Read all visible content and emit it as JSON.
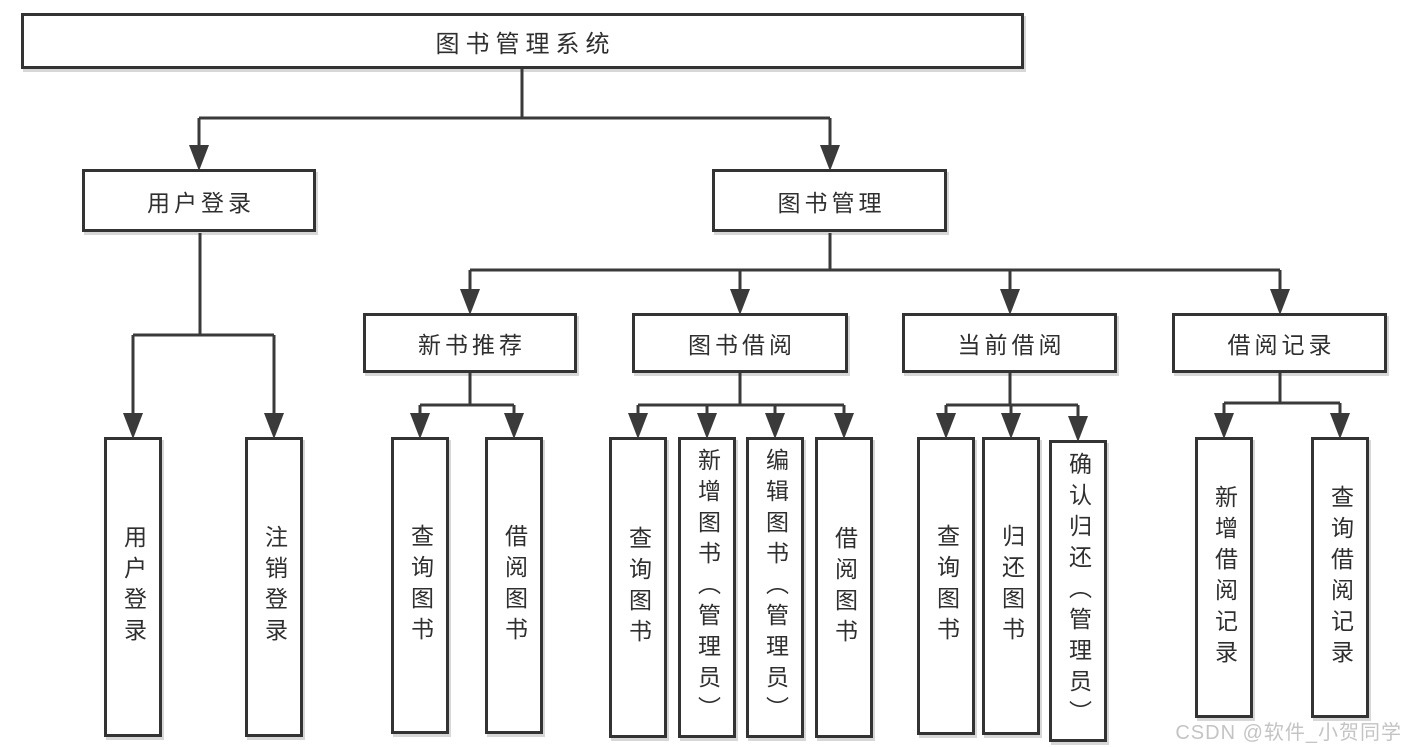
{
  "nodes": {
    "root": {
      "label": "图书管理系统"
    },
    "level2": [
      {
        "label": "用户登录"
      },
      {
        "label": "图书管理"
      }
    ],
    "level3": [
      {
        "label": "新书推荐"
      },
      {
        "label": "图书借阅"
      },
      {
        "label": "当前借阅"
      },
      {
        "label": "借阅记录"
      }
    ],
    "leaves": {
      "user_login": [
        {
          "label": "用户登录"
        },
        {
          "label": "注销登录"
        }
      ],
      "new_book_recommend": [
        {
          "label": "查询图书"
        },
        {
          "label": "借阅图书"
        }
      ],
      "book_borrow": [
        {
          "label": "查询图书"
        },
        {
          "label": "新增图书（管理员）"
        },
        {
          "label": "编辑图书（管理员）"
        },
        {
          "label": "借阅图书"
        }
      ],
      "current_borrow": [
        {
          "label": "查询图书"
        },
        {
          "label": "归还图书"
        },
        {
          "label": "确认归还（管理员）"
        }
      ],
      "borrow_records": [
        {
          "label": "新增借阅记录"
        },
        {
          "label": "查询借阅记录"
        }
      ]
    }
  },
  "watermark": "CSDN @软件_小贺同学",
  "colors": {
    "line": "#3a3a3a",
    "box_border": "#333333",
    "box_background": "#ffffff",
    "text": "#2f2f2f",
    "watermark": "#c4c4c4"
  }
}
